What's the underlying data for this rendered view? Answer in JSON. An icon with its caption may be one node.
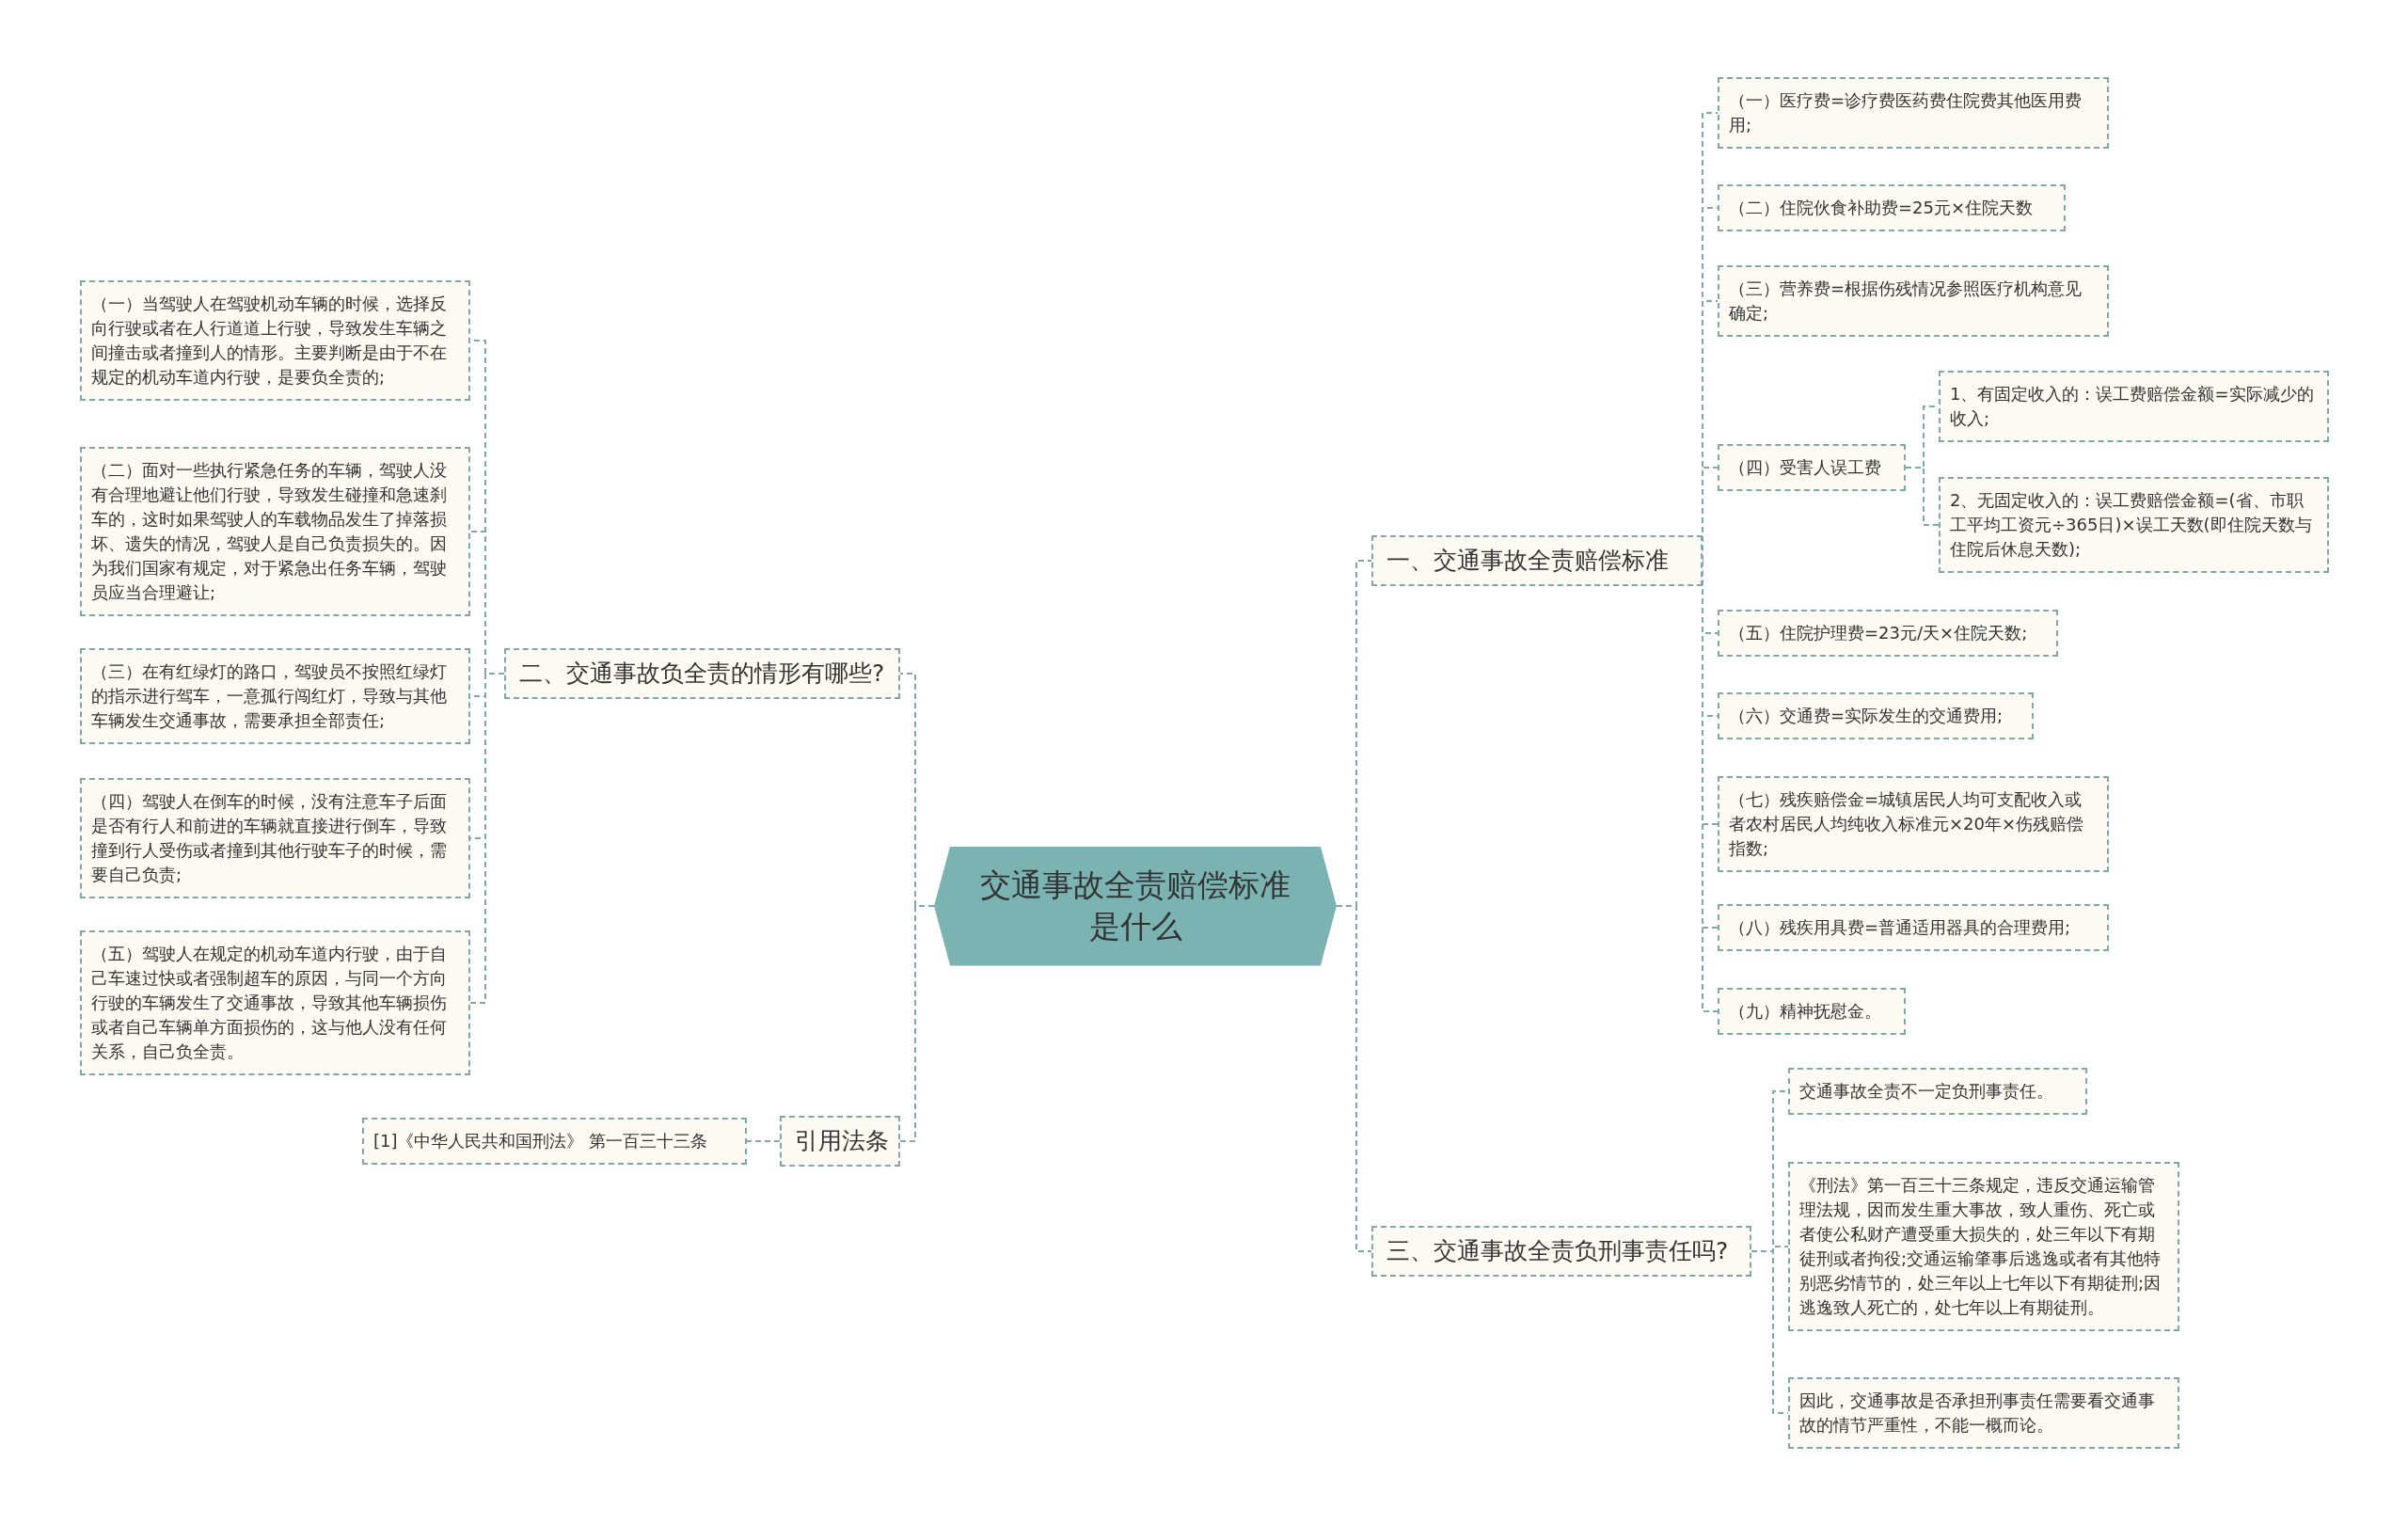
{
  "diagram": {
    "nodes": [
      {
        "text": [
          "交通事故全责赔偿标准是什么"
        ]
      },
      {
        "text": [
          "一、交通事故全责赔偿标准"
        ]
      },
      {
        "text": [
          "（一）医疗费=诊疗费医药费住院费其他医用费用;"
        ]
      },
      {
        "text": [
          "（二）住院伙食补助费=25元×住院天数"
        ]
      },
      {
        "text": [
          "（三）营养费=根据伤残情况参照医疗机构意见确定;"
        ]
      },
      {
        "text": [
          "（四）受害人误工费"
        ]
      },
      {
        "text": [
          "1、有固定收入的：误工费赔偿金额=实际减少的收入;"
        ]
      },
      {
        "text": [
          "2、无固定收入的：误工费赔偿金额=(省、市职工平均工资元÷365日)×误工天数(即住院天数与住院后休息天数);"
        ]
      },
      {
        "text": [
          "（五）住院护理费=23元/天×住院天数;"
        ]
      },
      {
        "text": [
          "（六）交通费=实际发生的交通费用;"
        ]
      },
      {
        "text": [
          "（七）残疾赔偿金=城镇居民人均可支配收入或者农村居民人均纯收入标准元×20年×伤残赔偿指数;"
        ]
      },
      {
        "text": [
          "（八）残疾用具费=普通适用器具的合理费用;"
        ]
      },
      {
        "text": [
          "（九）精神抚慰金。"
        ]
      },
      {
        "text": [
          "三、交通事故全责负刑事责任吗?"
        ]
      },
      {
        "text": [
          "交通事故全责不一定负刑事责任。"
        ]
      },
      {
        "text": [
          "《刑法》第一百三十三条规定，违反交通运输管理法规，因而发生重大事故，致人重伤、死亡或者使公私财产遭受重大损失的，处三年以下有期徒刑或者拘役;交通运输肇事后逃逸或者有其他特别恶劣情节的，处三年以上七年以下有期徒刑;因逃逸致人死亡的，处七年以上有期徒刑。"
        ]
      },
      {
        "text": [
          "因此，交通事故是否承担刑事责任需要看交通事故的情节严重性，不能一概而论。"
        ]
      },
      {
        "text": [
          "二、交通事故负全责的情形有哪些?"
        ]
      },
      {
        "text": [
          "（一）当驾驶人在驾驶机动车辆的时候，选择反向行驶或者在人行道道上行驶，导致发生车辆之间撞击或者撞到人的情形。主要判断是由于不在规定的机动车道内行驶，是要负全责的;"
        ]
      },
      {
        "text": [
          "（二）面对一些执行紧急任务的车辆，驾驶人没有合理地避让他们行驶，导致发生碰撞和急速刹车的，这时如果驾驶人的车载物品发生了掉落损坏、遗失的情况，驾驶人是自己负责损失的。因为我们国家有规定，对于紧急出任务车辆，驾驶员应当合理避让;"
        ]
      },
      {
        "text": [
          "（三）在有红绿灯的路口，驾驶员不按照红绿灯的指示进行驾车，一意孤行闯红灯，导致与其他车辆发生交通事故，需要承担全部责任;"
        ]
      },
      {
        "text": [
          "（四）驾驶人在倒车的时候，没有注意车子后面是否有行人和前进的车辆就直接进行倒车，导致撞到行人受伤或者撞到其他行驶车子的时候，需要自己负责;"
        ]
      },
      {
        "text": [
          "（五）驾驶人在规定的机动车道内行驶，由于自己车速过快或者强制超车的原因，与同一个方向行驶的车辆发生了交通事故，导致其他车辆损伤或者自己车辆单方面损伤的，这与他人没有任何关系，自己负全责。"
        ]
      },
      {
        "text": [
          "引用法条"
        ]
      },
      {
        "text": [
          "[1]《中华人民共和国刑法》 第一百三十三条"
        ]
      }
    ],
    "edges": [
      {
        "from": 0,
        "to": 1,
        "arrow": "none"
      },
      {
        "from": 1,
        "to": 2,
        "arrow": "none"
      },
      {
        "from": 1,
        "to": 3,
        "arrow": "none"
      },
      {
        "from": 1,
        "to": 4,
        "arrow": "none"
      },
      {
        "from": 1,
        "to": 5,
        "arrow": "none"
      },
      {
        "from": 5,
        "to": 6,
        "arrow": "none"
      },
      {
        "from": 5,
        "to": 7,
        "arrow": "none"
      },
      {
        "from": 1,
        "to": 8,
        "arrow": "none"
      },
      {
        "from": 1,
        "to": 9,
        "arrow": "none"
      },
      {
        "from": 1,
        "to": 10,
        "arrow": "none"
      },
      {
        "from": 1,
        "to": 11,
        "arrow": "none"
      },
      {
        "from": 1,
        "to": 12,
        "arrow": "none"
      },
      {
        "from": 0,
        "to": 13,
        "arrow": "none"
      },
      {
        "from": 13,
        "to": 14,
        "arrow": "none"
      },
      {
        "from": 13,
        "to": 15,
        "arrow": "none"
      },
      {
        "from": 13,
        "to": 16,
        "arrow": "none"
      },
      {
        "from": 0,
        "to": 17,
        "arrow": "none"
      },
      {
        "from": 17,
        "to": 18,
        "arrow": "none"
      },
      {
        "from": 17,
        "to": 19,
        "arrow": "none"
      },
      {
        "from": 17,
        "to": 20,
        "arrow": "none"
      },
      {
        "from": 17,
        "to": 21,
        "arrow": "none"
      },
      {
        "from": 17,
        "to": 22,
        "arrow": "none"
      },
      {
        "from": 0,
        "to": 23,
        "arrow": "none"
      },
      {
        "from": 23,
        "to": 24,
        "arrow": "none"
      }
    ]
  }
}
